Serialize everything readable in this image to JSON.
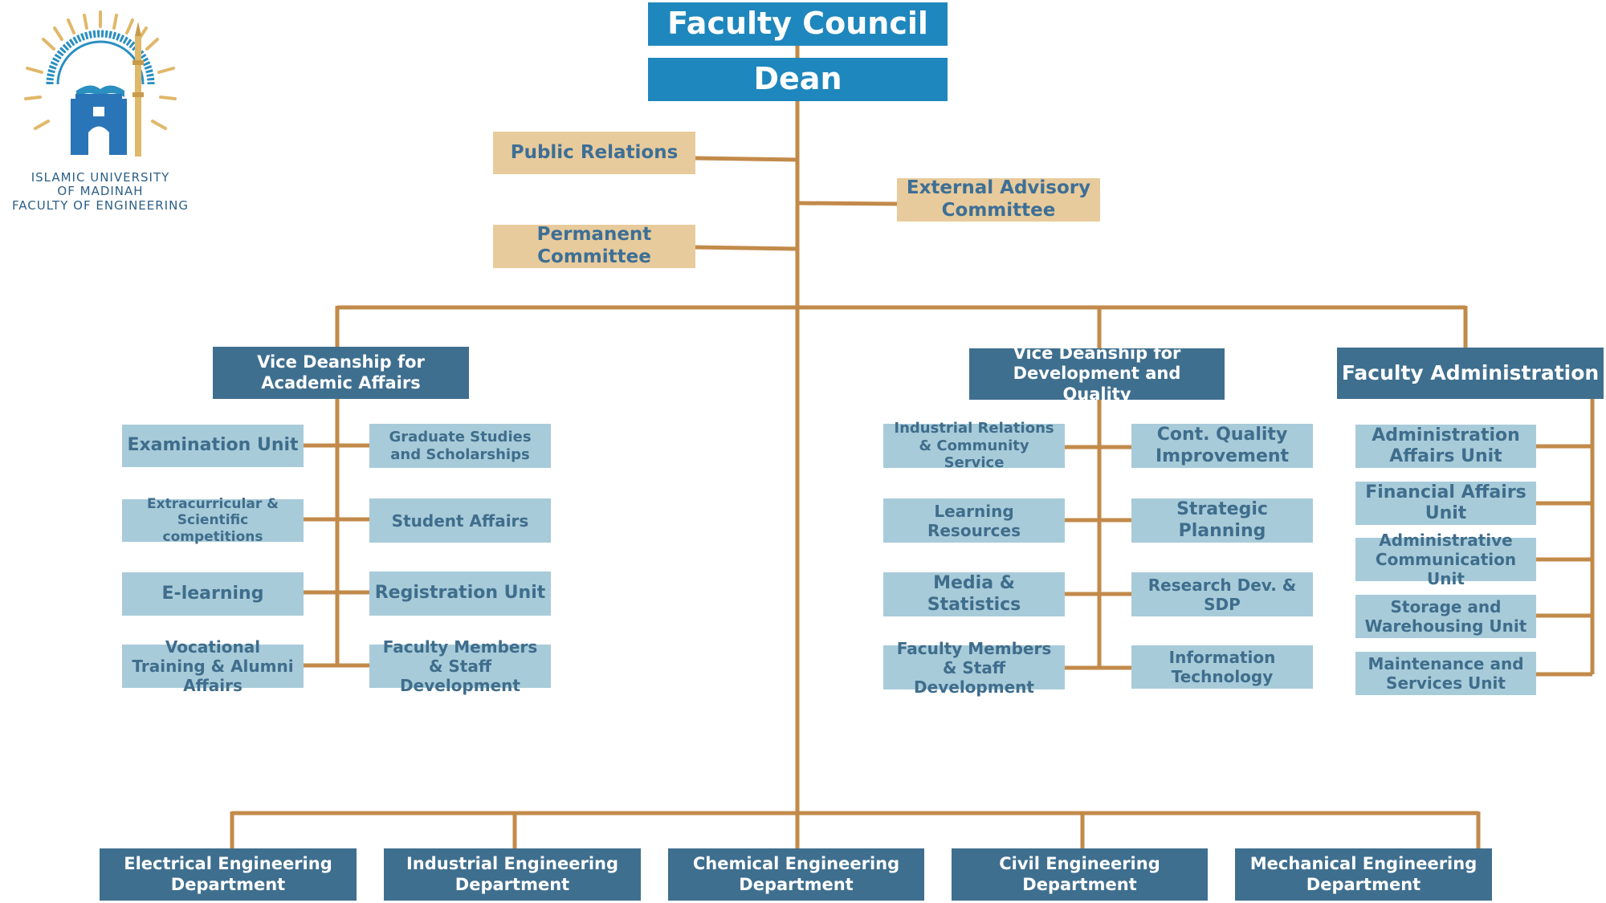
{
  "logo": {
    "line1": "ISLAMIC UNIVERSITY",
    "line2": "OF MADINAH",
    "line3": "FACULTY OF ENGINEERING"
  },
  "top": {
    "council": "Faculty Council",
    "dean": "Dean"
  },
  "staff": {
    "public_relations": "Public Relations",
    "permanent_committee": "Permanent Committee",
    "external_advisory": "External Advisory Committee"
  },
  "academic": {
    "title": "Vice Deanship for Academic Affairs",
    "left_units": [
      "Examination Unit",
      "Extracurricular & Scientific competitions",
      "E-learning",
      "Vocational Training & Alumni Affairs"
    ],
    "right_units": [
      "Graduate Studies and Scholarships",
      "Student Affairs",
      "Registration Unit",
      "Faculty Members & Staff Development"
    ]
  },
  "development": {
    "title": "Vice Deanship for Development and Quality",
    "left_units": [
      "Industrial Relations & Community Service",
      "Learning Resources",
      "Media & Statistics",
      "Faculty Members & Staff Development"
    ],
    "right_units": [
      "Cont. Quality Improvement",
      "Strategic Planning",
      "Research Dev. & SDP",
      "Information Technology"
    ]
  },
  "administration": {
    "title": "Faculty Administration",
    "units": [
      "Administration Affairs Unit",
      "Financial Affairs Unit",
      "Administrative Communication Unit",
      "Storage and Warehousing Unit",
      "Maintenance and Services Unit"
    ]
  },
  "departments": [
    "Electrical Engineering Department",
    "Industrial Engineering Department",
    "Chemical Engineering Department",
    "Civil Engineering Department",
    "Mechanical Engineering Department"
  ],
  "colors": {
    "top_box": "#1e87bd",
    "staff_box": "#e8cb9c",
    "head_box": "#3f6f8f",
    "unit_box": "#a8cbd9",
    "connector": "#c28a4a"
  }
}
